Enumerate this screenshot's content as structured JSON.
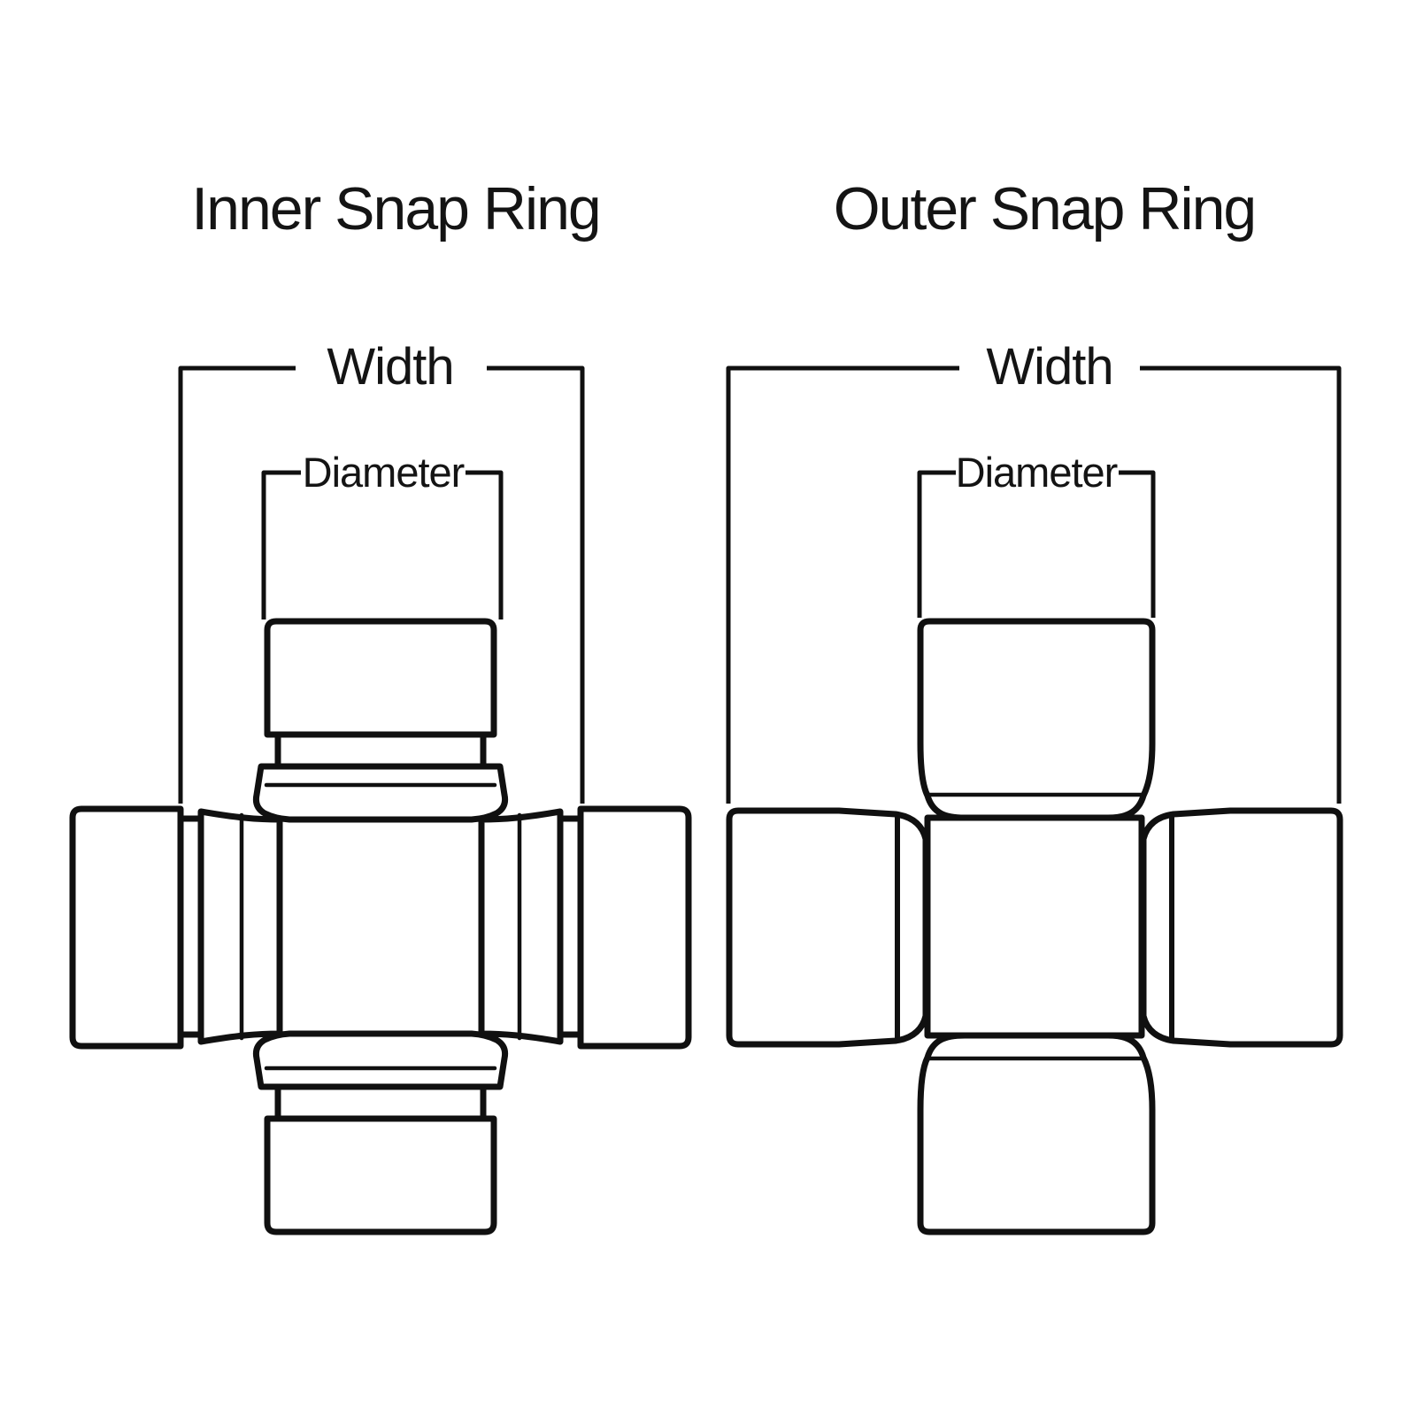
{
  "canvas": {
    "background": "#ffffff",
    "line_color": "#101010",
    "text_color": "#141414"
  },
  "diagrams": [
    {
      "id": "inner-snap-ring",
      "title": "Inner Snap Ring",
      "width_label": "Width",
      "diameter_label": "Diameter"
    },
    {
      "id": "outer-snap-ring",
      "title": "Outer Snap Ring",
      "width_label": "Width",
      "diameter_label": "Diameter"
    }
  ]
}
